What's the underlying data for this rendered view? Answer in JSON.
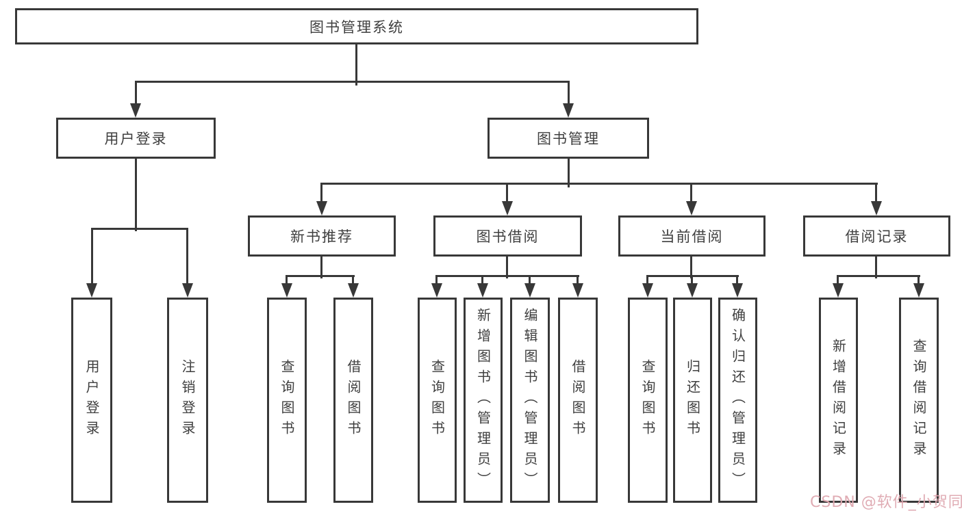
{
  "colors": {
    "line": "#383838",
    "text": "#3f3f3f",
    "watermark": "#dfa8b0"
  },
  "watermark": {
    "text": "CSDN @软件_小贺同学"
  },
  "tree": {
    "label": "图书管理系统",
    "children": [
      {
        "label": "用户登录",
        "children": [
          {
            "label": "用户登录"
          },
          {
            "label": "注销登录"
          }
        ]
      },
      {
        "label": "图书管理",
        "children": [
          {
            "label": "新书推荐",
            "children": [
              {
                "label": "查询图书"
              },
              {
                "label": "借阅图书"
              }
            ]
          },
          {
            "label": "图书借阅",
            "children": [
              {
                "label": "查询图书"
              },
              {
                "label": "新增图书（管理员）"
              },
              {
                "label": "编辑图书（管理员）"
              },
              {
                "label": "借阅图书"
              }
            ]
          },
          {
            "label": "当前借阅",
            "children": [
              {
                "label": "查询图书"
              },
              {
                "label": "归还图书"
              },
              {
                "label": "确认归还（管理员）"
              }
            ]
          },
          {
            "label": "借阅记录",
            "children": [
              {
                "label": "新增借阅记录"
              },
              {
                "label": "查询借阅记录"
              }
            ]
          }
        ]
      }
    ]
  }
}
